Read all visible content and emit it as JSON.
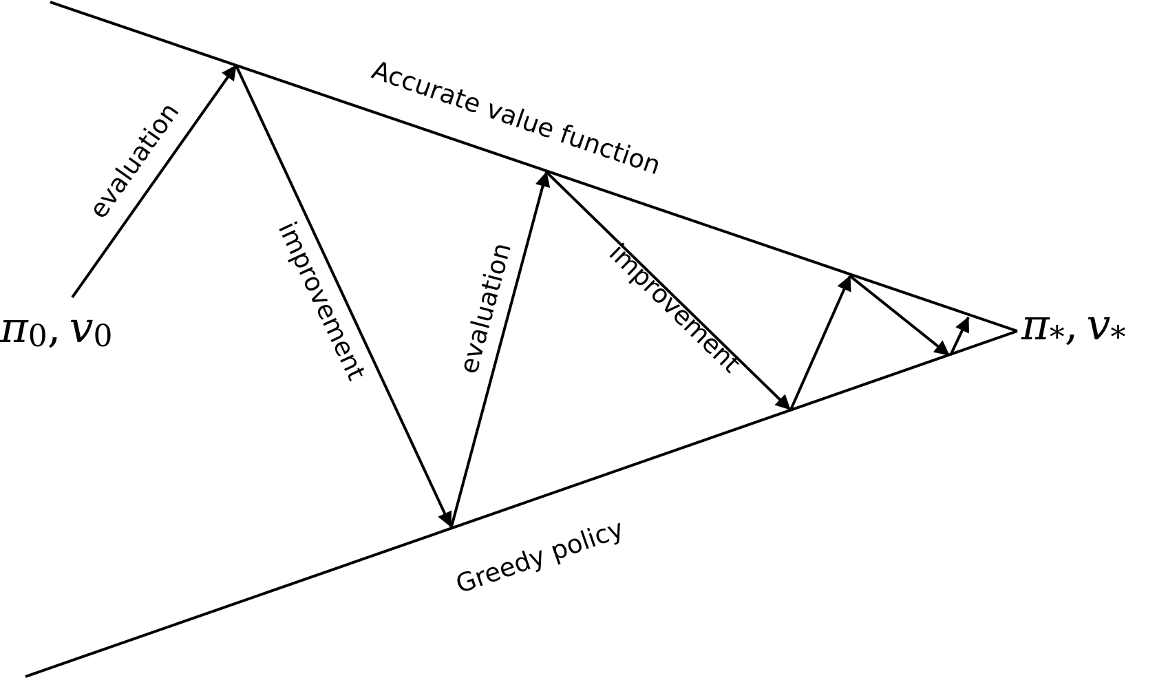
{
  "diagram": {
    "line_color": "#000000",
    "background_color": "#ffffff",
    "lines": {
      "top_label": "Accurate value function",
      "bottom_label": "Greedy policy"
    },
    "nodes": {
      "start": {
        "symbol": "π",
        "sub": "0",
        "sep": ",",
        "symbol2": "v",
        "sub2": "0"
      },
      "end": {
        "symbol": "π",
        "sub": "*",
        "sep": ",",
        "symbol2": "v",
        "sub2": "*"
      }
    },
    "arrows": {
      "eval_1": "evaluation",
      "improve_1": "improvement",
      "eval_2": "evaluation",
      "improve_2": "improvement"
    }
  }
}
